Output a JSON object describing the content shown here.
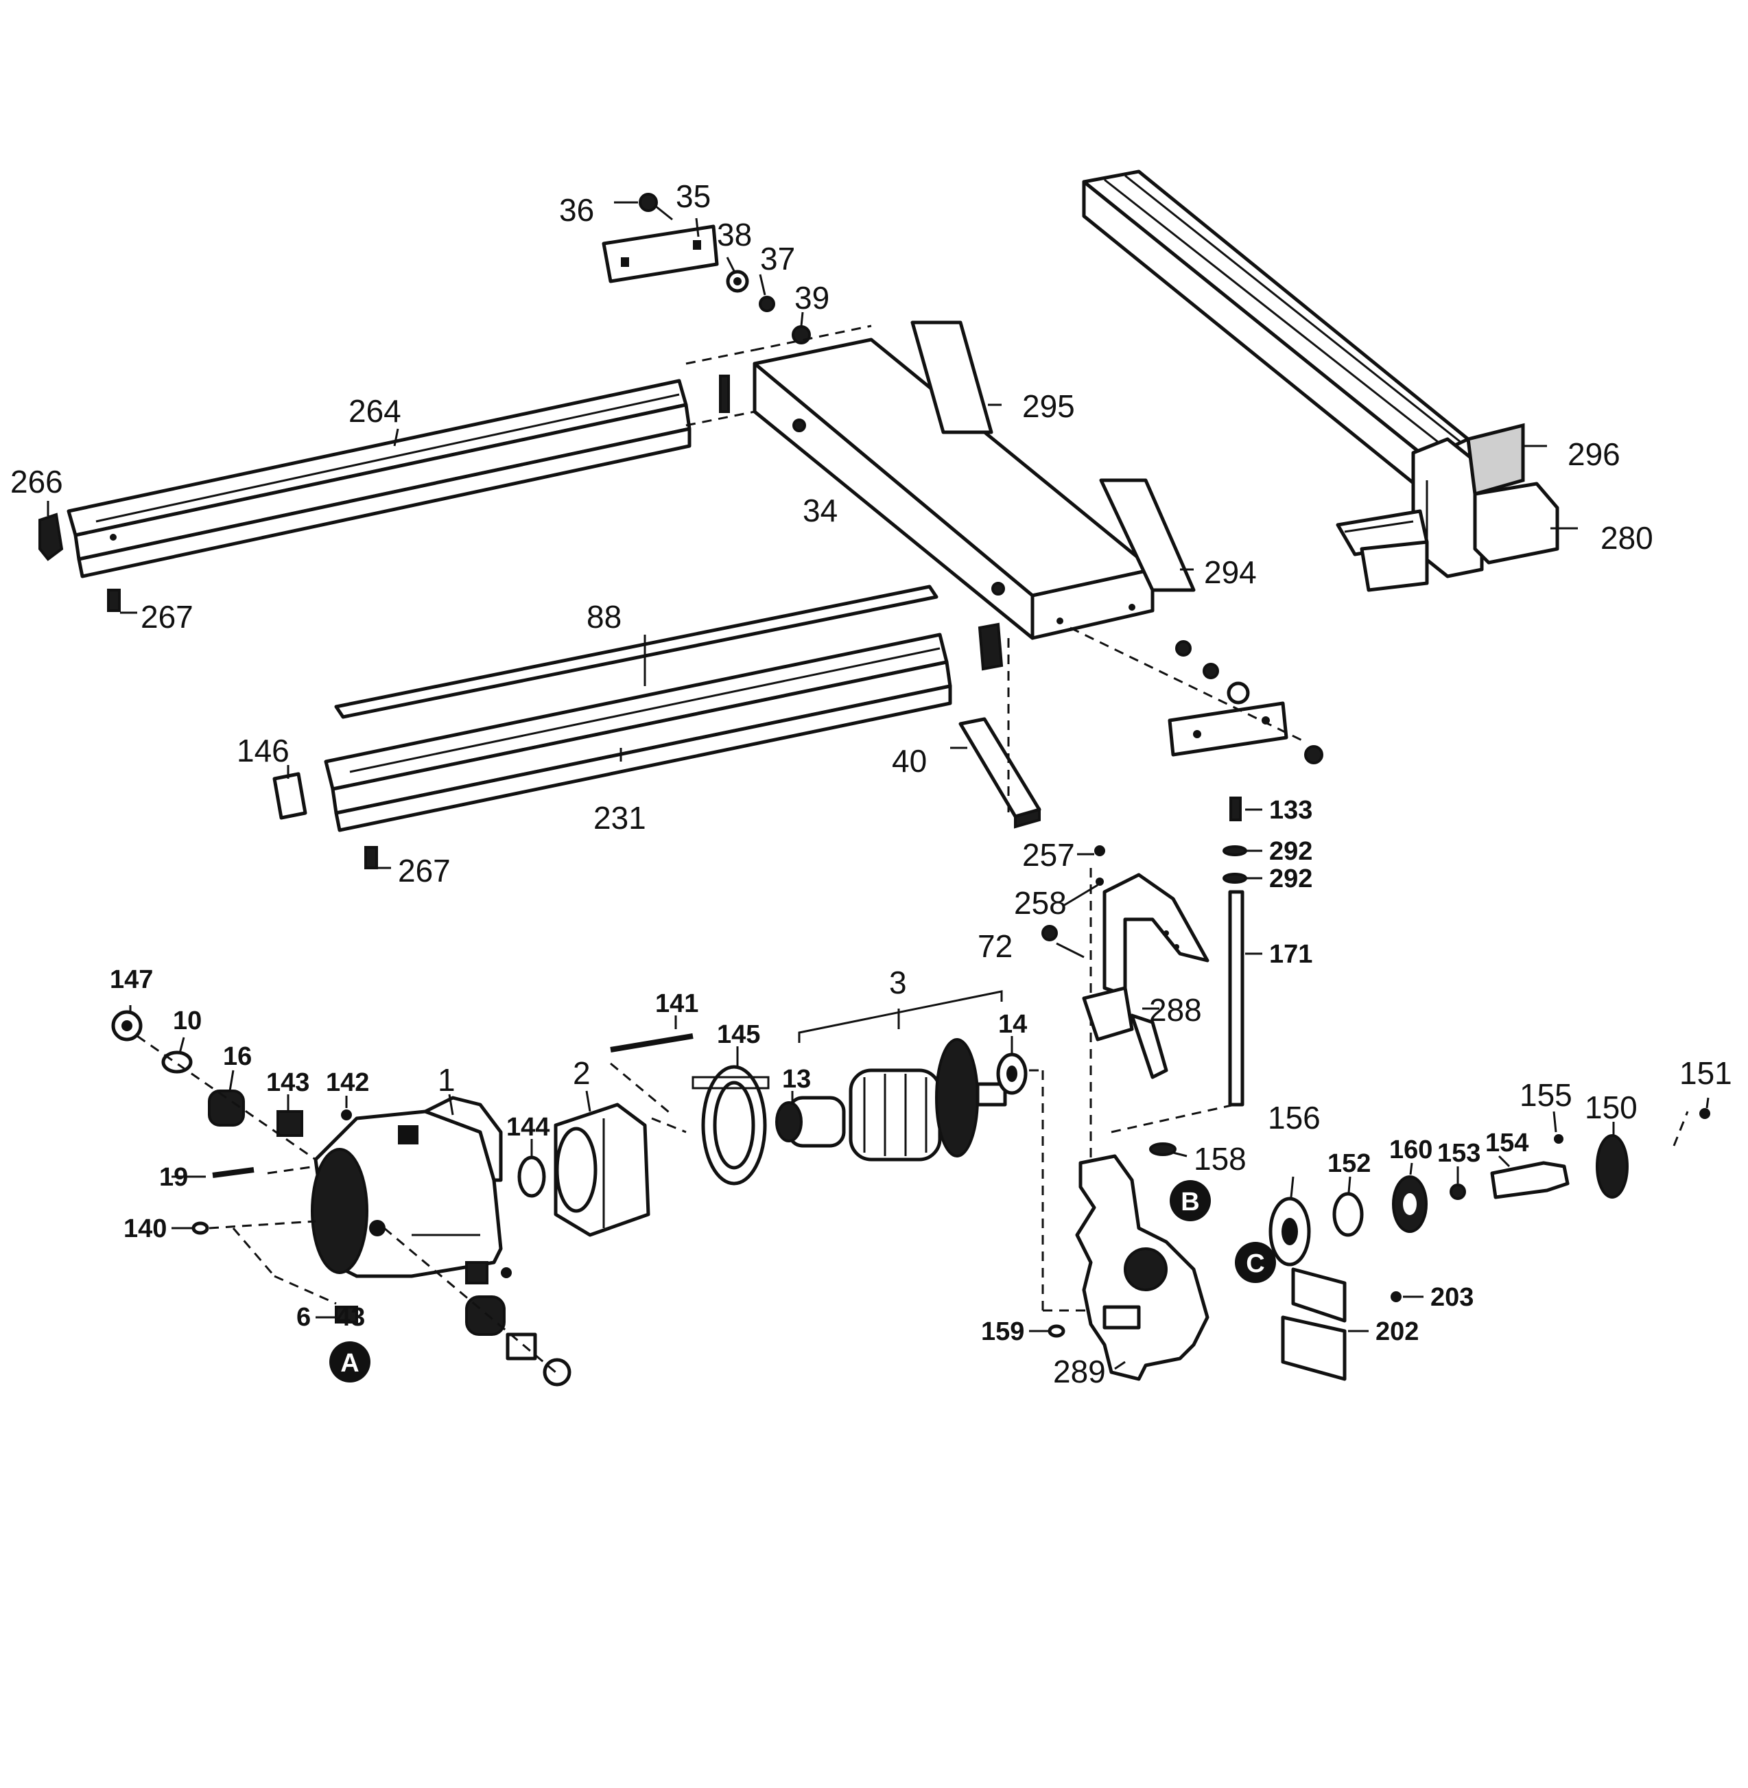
{
  "labels": {
    "p36": "36",
    "p35": "35",
    "p38": "38",
    "p37": "37",
    "p39": "39",
    "p264": "264",
    "p266": "266",
    "p267a": "267",
    "p267b": "267",
    "p295": "295",
    "p296": "296",
    "p280": "280",
    "p294": "294",
    "p34": "34",
    "p88": "88",
    "p146": "146",
    "p231": "231",
    "p40": "40",
    "p133": "133",
    "p292a": "292",
    "p292b": "292",
    "p171": "171",
    "p257": "257",
    "p258": "258",
    "p72": "72",
    "p288": "288",
    "p147": "147",
    "p10": "10",
    "p16": "16",
    "p143": "143",
    "p142": "142",
    "p1": "1",
    "p2": "2",
    "p141": "141",
    "p145": "145",
    "p3": "3",
    "p13": "13",
    "p14": "14",
    "p144": "144",
    "p19": "19",
    "p140": "140",
    "p6": "6",
    "p43": "43",
    "p158": "158",
    "p156": "156",
    "p152": "152",
    "p160": "160",
    "p153": "153",
    "p154": "154",
    "p155": "155",
    "p150": "150",
    "p151": "151",
    "p203": "203",
    "p202": "202",
    "p159": "159",
    "p289": "289"
  },
  "callouts": {
    "a": "A",
    "b": "B",
    "c": "C"
  }
}
